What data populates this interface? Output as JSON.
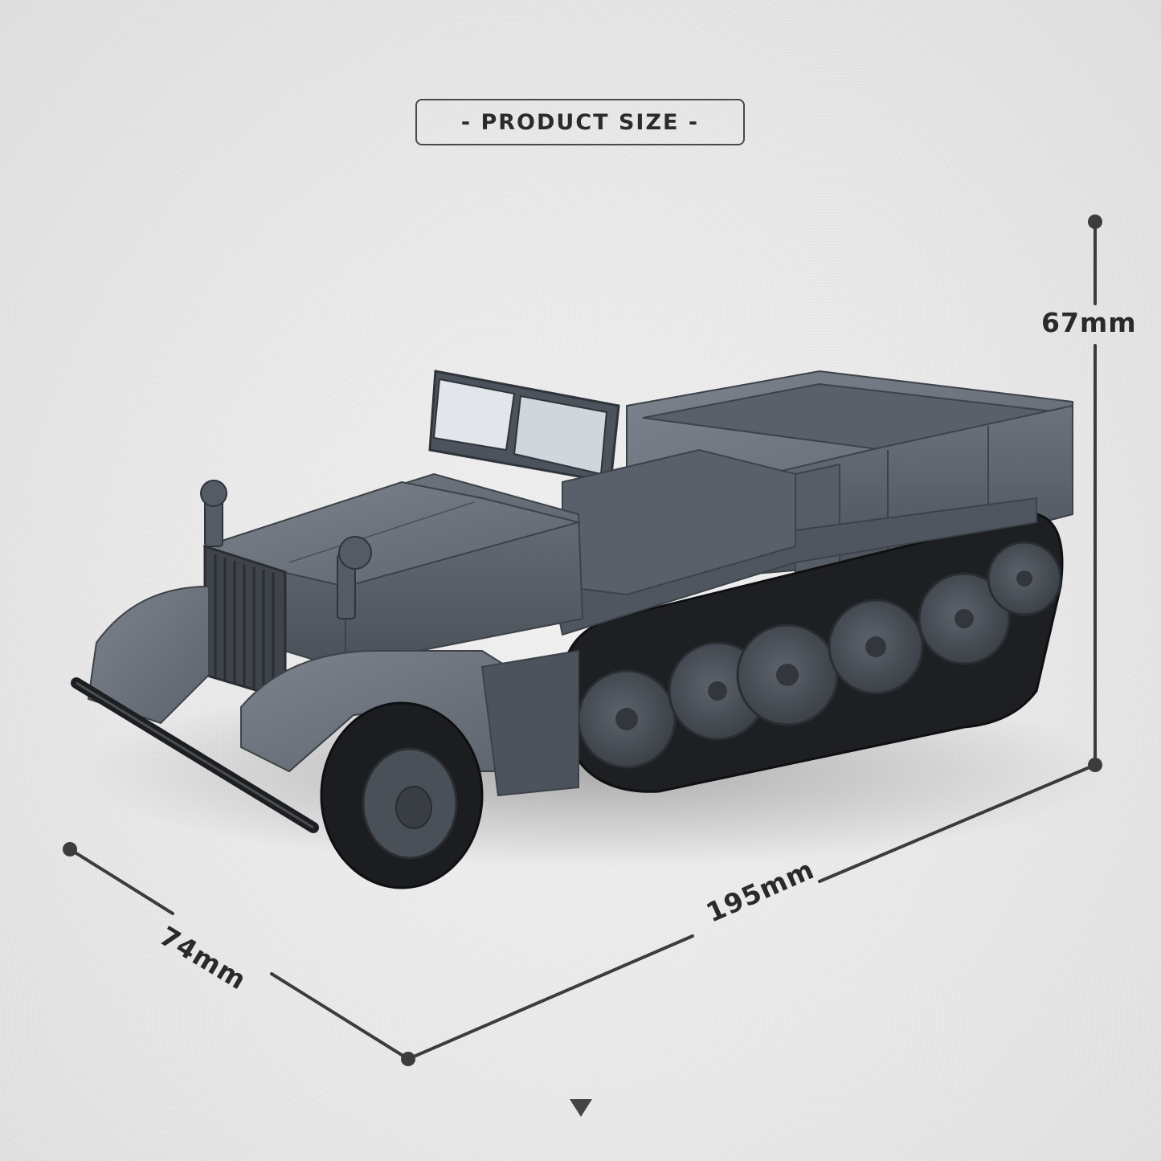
{
  "header": {
    "title": "- PRODUCT SIZE -"
  },
  "dimensions": {
    "height": {
      "label": "67mm",
      "value": 67,
      "unit": "mm"
    },
    "length": {
      "label": "195mm",
      "value": 195,
      "unit": "mm"
    },
    "width": {
      "label": "74mm",
      "value": 74,
      "unit": "mm"
    }
  },
  "product": {
    "subject": "grey brick-built half-track vehicle model",
    "color": "#555c66",
    "track_color": "#1e1f22"
  },
  "icons": {
    "scroll_indicator": "down-triangle-icon"
  },
  "colors": {
    "background": "#e9e9e9",
    "line": "#3c3c3c",
    "text": "#2a2a2a"
  }
}
